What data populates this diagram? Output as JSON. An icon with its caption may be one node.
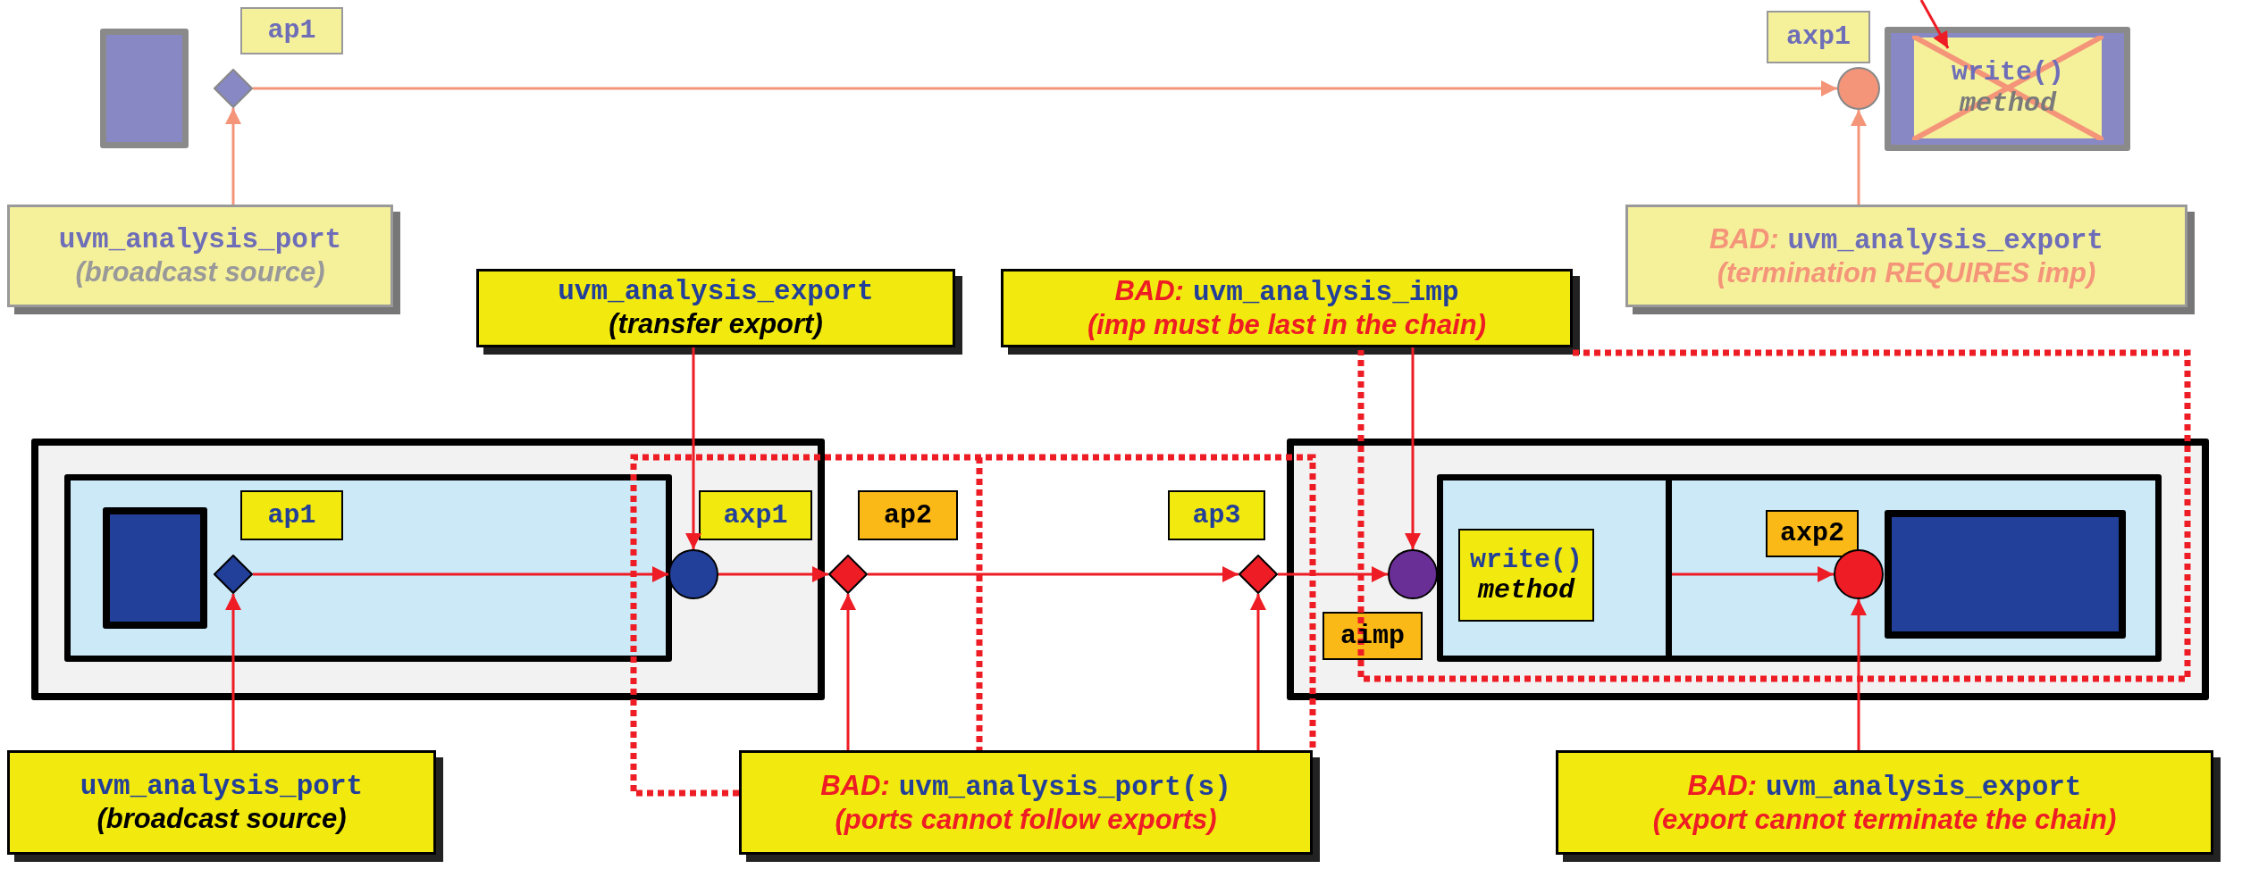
{
  "diagram": {
    "nodes": [
      {
        "text": [],
        "shape": "box"
      },
      {
        "text": [
          "ap1"
        ]
      },
      {
        "text": [],
        "shape": "diamond"
      },
      {
        "text": [
          "axp1"
        ]
      },
      {
        "text": [],
        "shape": "circle"
      },
      {
        "text": [],
        "shape": "box"
      },
      {
        "text": [
          "write()",
          "method"
        ],
        "in": 5
      },
      {
        "text": [
          "uvm_analysis_port",
          "(broadcast source)"
        ]
      },
      {
        "text": [
          "BAD:",
          "uvm_analysis_export",
          "(termination REQUIRES imp)"
        ]
      },
      {
        "text": [
          "uvm_analysis_export",
          "(transfer export)"
        ]
      },
      {
        "text": [
          "BAD:",
          "uvm_analysis_imp",
          "(imp must be last in the chain)"
        ]
      },
      {
        "text": [],
        "shape": "box"
      },
      {
        "text": [],
        "shape": "box",
        "in": 11
      },
      {
        "text": [],
        "shape": "box",
        "in": 12
      },
      {
        "text": [
          "ap1"
        ],
        "in": 12
      },
      {
        "text": [],
        "shape": "diamond",
        "in": 12
      },
      {
        "text": [
          "axp1"
        ],
        "in": 11
      },
      {
        "text": [],
        "shape": "circle",
        "in": 11
      },
      {
        "text": [
          "ap2"
        ]
      },
      {
        "text": [],
        "shape": "diamond"
      },
      {
        "text": [
          "ap3"
        ]
      },
      {
        "text": [],
        "shape": "diamond"
      },
      {
        "text": [],
        "shape": "box"
      },
      {
        "text": [
          "aimp"
        ],
        "in": 22
      },
      {
        "text": [],
        "shape": "circle",
        "in": 22
      },
      {
        "text": [],
        "shape": "box",
        "in": 22
      },
      {
        "text": [
          "write()",
          "method"
        ],
        "in": 25
      },
      {
        "text": [],
        "shape": "box",
        "in": 22
      },
      {
        "text": [
          "axp2"
        ],
        "in": 27
      },
      {
        "text": [],
        "shape": "circle",
        "in": 27
      },
      {
        "text": [],
        "shape": "box",
        "in": 27
      },
      {
        "text": [
          "uvm_analysis_port",
          "(broadcast source)"
        ]
      },
      {
        "text": [
          "BAD:",
          "uvm_analysis_port(s)",
          "(ports cannot follow exports)"
        ]
      },
      {
        "text": [
          "BAD:",
          "uvm_analysis_export",
          "(export cannot terminate the chain)"
        ]
      }
    ],
    "edges": [
      {
        "from": 2,
        "to": 4,
        "arrow": "to",
        "color": "#f4957a"
      },
      {
        "from": 7,
        "to": 2,
        "arrow": "to",
        "color": "#f4957a"
      },
      {
        "from": 8,
        "to": 4,
        "arrow": "to",
        "color": "#f4957a"
      },
      {
        "from": null,
        "to": 6,
        "arrow": "to"
      },
      {
        "from": 9,
        "to": 17,
        "arrow": "to"
      },
      {
        "from": 10,
        "to": 24,
        "arrow": "to"
      },
      {
        "from": 15,
        "to": 17,
        "arrow": "to"
      },
      {
        "from": 17,
        "to": 19,
        "arrow": "to"
      },
      {
        "from": 19,
        "to": 21,
        "arrow": "to"
      },
      {
        "from": 21,
        "to": 24,
        "arrow": "to"
      },
      {
        "from": 25,
        "to": 29,
        "arrow": "to"
      },
      {
        "from": 31,
        "to": 15,
        "arrow": "to"
      },
      {
        "from": 32,
        "to": 19,
        "arrow": "to"
      },
      {
        "from": 32,
        "to": 21,
        "arrow": "to"
      },
      {
        "from": 33,
        "to": 29,
        "arrow": "to"
      }
    ]
  }
}
